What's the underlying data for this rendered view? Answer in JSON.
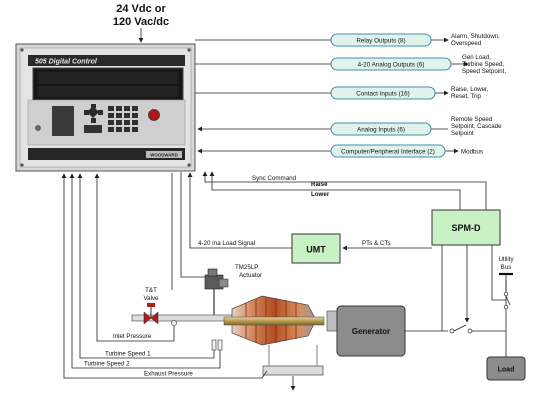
{
  "power": {
    "line1": "24 Vdc or",
    "line2": "120 Vac/dc"
  },
  "controller": {
    "brand": "505 Digital Control",
    "logo_text": "WOODWARD",
    "trip_button_color": "#b01818"
  },
  "io_blocks": [
    {
      "label": "Relay Outputs (8)",
      "notes": [
        "Alarm, Shutdown,",
        "Overspeed"
      ]
    },
    {
      "label": "4-20 Analog Outputs (6)",
      "notes": [
        "Gen Load,",
        "Turbine Speed,",
        "Speed Setpoint,"
      ]
    },
    {
      "label": "Contact Inputs (16)",
      "notes": [
        "Raise, Lower,",
        "Reset, Trip"
      ]
    },
    {
      "label": "Analog Inputs (6)",
      "notes": [
        "Remote Speed",
        "Setpoint, Cascade",
        "Setpoint"
      ]
    },
    {
      "label": "Computer/Peripheral Interface (2)",
      "notes": [
        "Modbus"
      ]
    }
  ],
  "signals": {
    "sync_command": "Sync Command",
    "raise": "Raise",
    "lower": "Lower",
    "load_signal": "4-20 ma Load Signal",
    "pts_cts": "PTs & CTs",
    "actuator_line1": "TM25LP",
    "actuator_line2": "Actuator",
    "valve_line1": "T&T",
    "valve_line2": "Valve",
    "inlet_pressure": "Inlet Pressure",
    "turbine_speed_1": "Turbine Speed 1",
    "turbine_speed_2": "Turbine Speed 2",
    "exhaust_pressure": "Exhaust Pressure",
    "utility_line1": "Utility",
    "utility_line2": "Bus"
  },
  "boxes": {
    "umt": "UMT",
    "spmd": "SPM-D",
    "generator": "Generator",
    "load": "Load"
  },
  "colors": {
    "pill_fill": "#dff3ec",
    "pill_stroke": "#3f8fa8",
    "box_fill": "#c9f2c4",
    "controller_body": "#d7d7d7",
    "display": "#171717",
    "turbine": "#c86b3c"
  }
}
